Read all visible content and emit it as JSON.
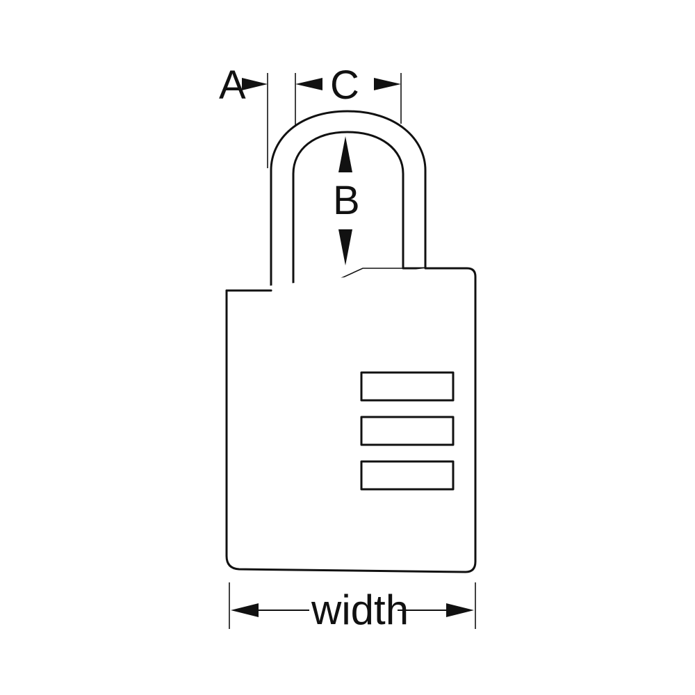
{
  "diagram": {
    "labels": {
      "a": "A",
      "b": "B",
      "c": "C",
      "width": "width"
    },
    "colors": {
      "stroke": "#111111",
      "background": "#ffffff"
    },
    "dial_count": 3
  }
}
